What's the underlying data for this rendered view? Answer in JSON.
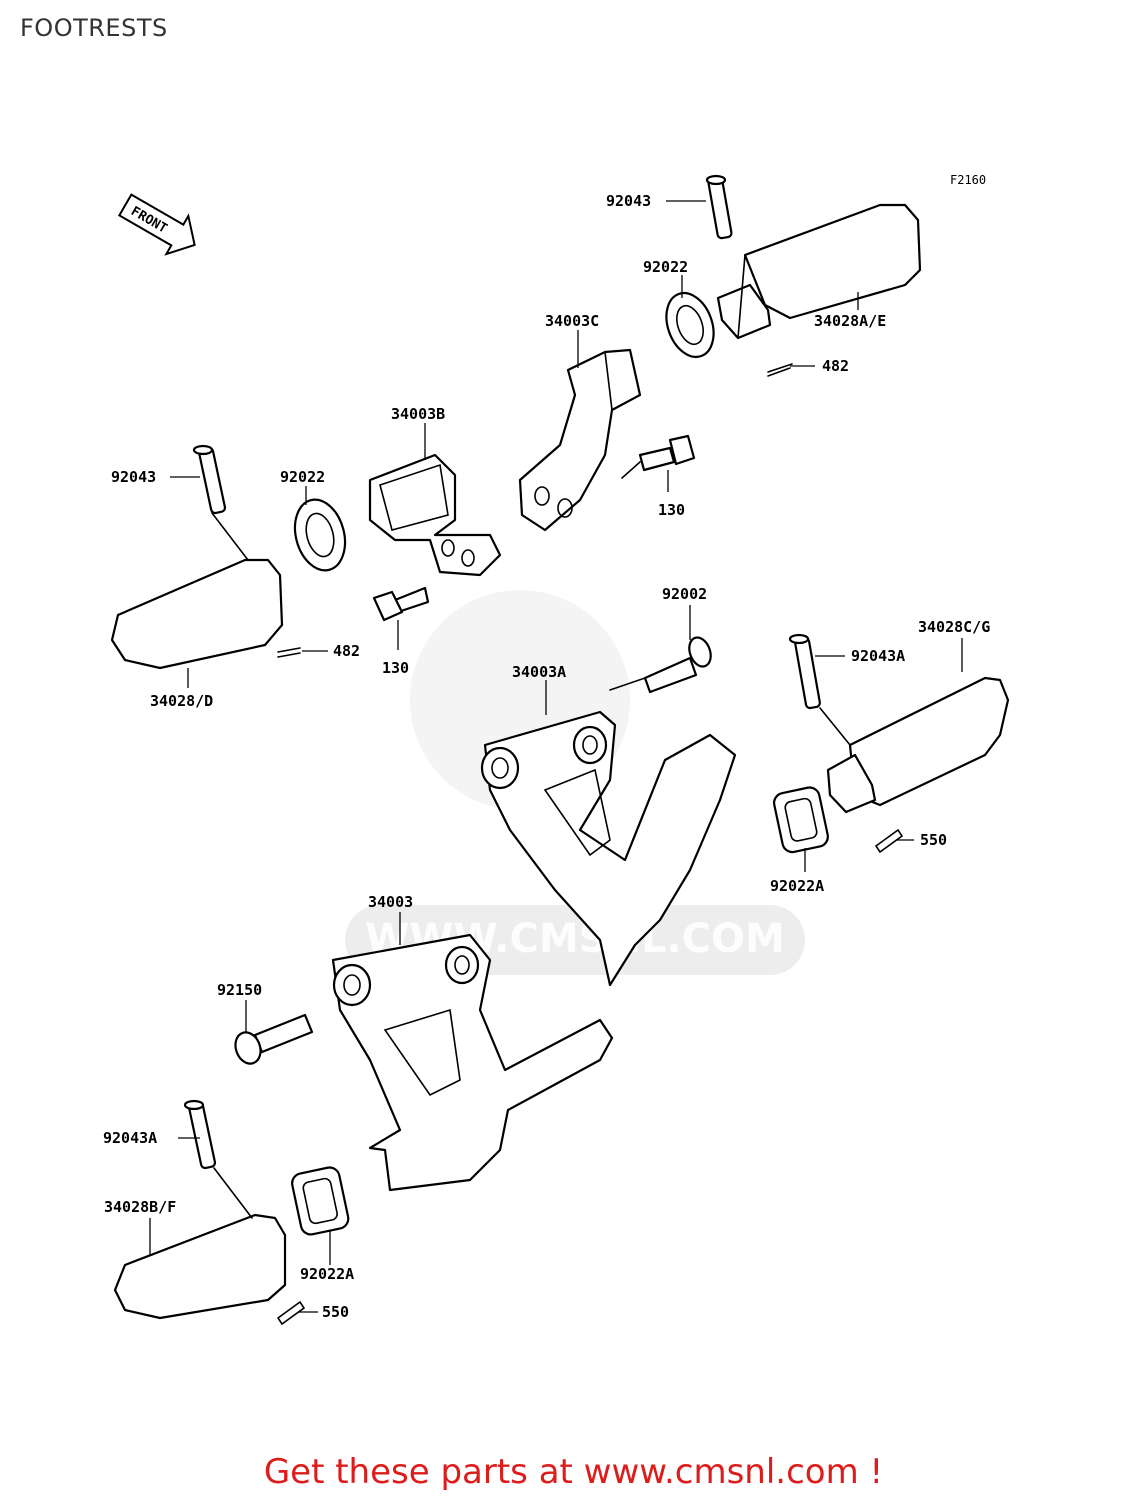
{
  "page": {
    "title": "FOOTRESTS",
    "figure_code": "F2160",
    "front_label": "FRONT",
    "watermark": "WWW.CMSNL.COM",
    "footer": "Get these parts at www.cmsnl.com !"
  },
  "labels": {
    "p92043_top": "92043",
    "p92022_top": "92022",
    "p34028AE": "34028A/E",
    "p482_top": "482",
    "p34003C": "34003C",
    "p130_top": "130",
    "p34003B": "34003B",
    "p92043_left": "92043",
    "p92022_left": "92022",
    "p130_left": "130",
    "p482_left": "482",
    "p34028D": "34028/D",
    "p92002": "92002",
    "p34003A": "34003A",
    "p34028CG": "34028C/G",
    "p92043A_right": "92043A",
    "p550_right": "550",
    "p92022A_right": "92022A",
    "p34003": "34003",
    "p92150": "92150",
    "p92043A_left": "92043A",
    "p34028BF": "34028B/F",
    "p92022A_left": "92022A",
    "p550_left": "550"
  }
}
